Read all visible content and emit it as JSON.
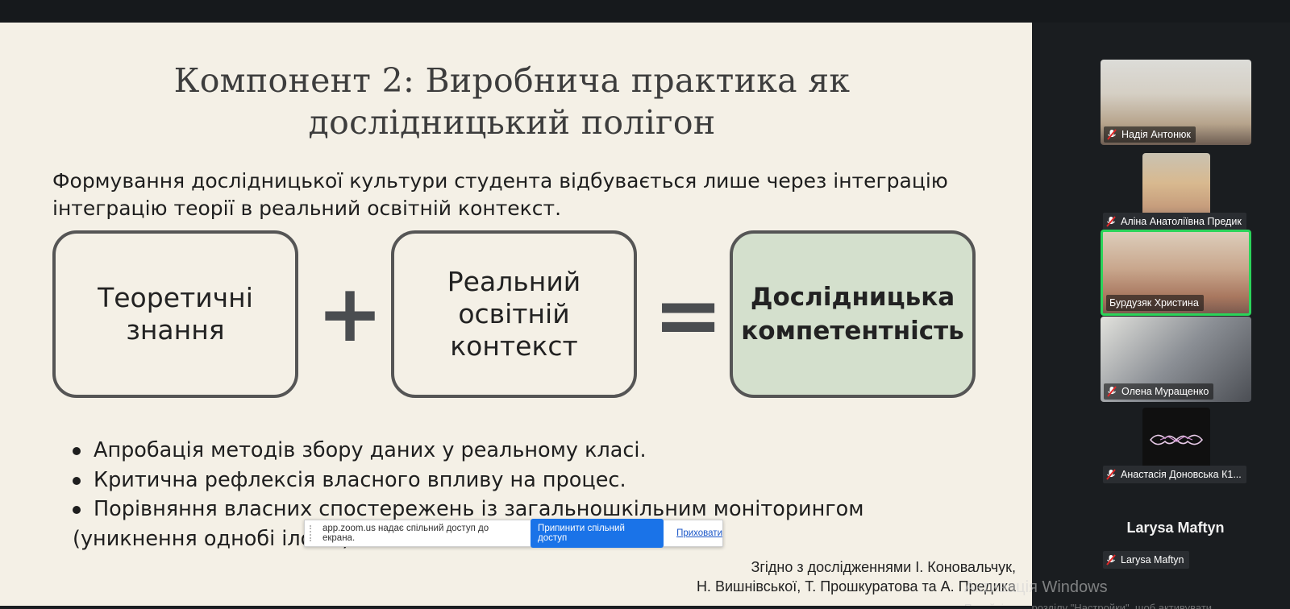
{
  "slide": {
    "title_lines": [
      "Компонент 2: Виробнича практика як",
      "дослідницький полігон"
    ],
    "intro_lines": [
      "Формування дослідницької культури студента відбувається лише через інтеграцію",
      "інтеграцію теорії в реальний освітній контекст."
    ],
    "box1_lines": [
      "Теоретичні",
      "знання"
    ],
    "plus": "+",
    "box2_lines": [
      "Реальний",
      "освітній",
      "контекст"
    ],
    "equals": "=",
    "box3_lines": [
      "Дослідницька",
      "компетентність"
    ],
    "bullets": [
      "Апробація методів збору даних у реальному класі.",
      "Критична рефлексія власного впливу на процес.",
      "Порівняння власних спостережень із загальношкільним моніторингом",
      "(уникнення однобі                 ілості)."
    ],
    "citation_lines": [
      "Згідно з дослідженнями І. Коновальчук,",
      "Н. Вишнівської, Т. Прошкуратова    та А. Предика"
    ]
  },
  "share_bar": {
    "message": "app.zoom.us надає спільний доступ до екрана.",
    "stop_button": "Припинити спільний доступ",
    "hide_link": "Приховати"
  },
  "participants": [
    {
      "name": "Надія Антонюк",
      "muted": true
    },
    {
      "name": "Аліна Анатоліївна Предик",
      "muted": true
    },
    {
      "name": "Бурдузяк Христина",
      "muted": false,
      "active_speaker": true
    },
    {
      "name": "Олена Муращенко",
      "muted": true
    },
    {
      "name": "Анастасія Доновська К1...",
      "muted": true
    },
    {
      "name": "Larysa Maftyn",
      "display_name": "Larysa Maftyn",
      "muted": true
    }
  ],
  "watermark": {
    "title": "Активація Windows",
    "subtitle": "Перейдіть до розділу \"Настройки\", щоб активувати"
  },
  "colors": {
    "slide_background": "#f4f0e6",
    "result_box": "#d4e0cd",
    "stop_button": "#1a73e8",
    "active_speaker_border": "#2bd45a",
    "gallery_background": "#1a1d20"
  }
}
